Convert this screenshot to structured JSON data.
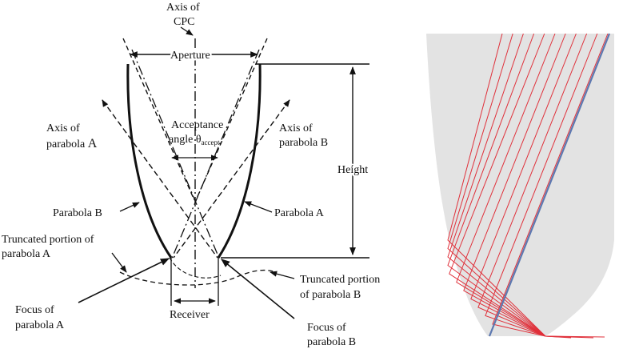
{
  "diagram": {
    "axis_cpc_line1": "Axis of",
    "axis_cpc_line2": "CPC",
    "aperture": "Aperture",
    "height": "Height",
    "acceptance_line1": "Acceptance",
    "acceptance_line2_main": "angle θ",
    "acceptance_line2_sub": "accept",
    "axis_a_line1": "Axis of",
    "axis_a_line2": "parabola",
    "axis_a_letter": "A",
    "axis_b_line1": "Axis of",
    "axis_b_line2": "parabola B",
    "parabola_b": "Parabola B",
    "parabola_a": "Parabola A",
    "truncated_a_line1": "Truncated portion of",
    "truncated_a_line2": "parabola A",
    "truncated_b_line1": "Truncated portion",
    "truncated_b_line2": "of parabola B",
    "focus_a_line1": "Focus of",
    "focus_a_line2": "parabola A",
    "receiver": "Receiver",
    "focus_b_line1": "Focus of",
    "focus_b_line2": "parabola B"
  },
  "ray_trace": {
    "ray_count": 11,
    "colors": {
      "background": "#e3e3e3",
      "ray": "#e0303a",
      "axis_line": "#5c78b0"
    }
  }
}
